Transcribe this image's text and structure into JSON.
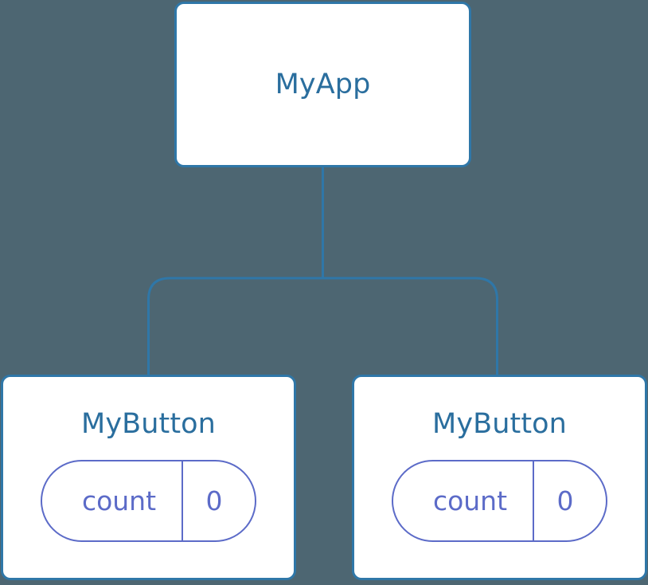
{
  "diagram": {
    "type": "component-tree",
    "background_color": "#4d6672",
    "node_border_color": "#2f77a8",
    "node_fill_color": "#ffffff",
    "node_title_color": "#2a6e9e",
    "pill_color": "#5c6bc8",
    "connector_color": "#2f77a8",
    "root": {
      "title": "MyApp"
    },
    "children": [
      {
        "title": "MyButton",
        "state": {
          "key": "count",
          "value": "0"
        }
      },
      {
        "title": "MyButton",
        "state": {
          "key": "count",
          "value": "0"
        }
      }
    ]
  }
}
